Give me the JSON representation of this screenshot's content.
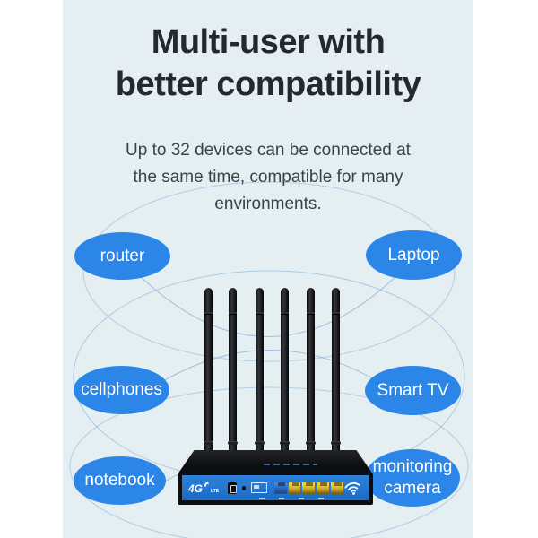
{
  "page": {
    "title_line1": "Multi-user with",
    "title_line2": "better compatibility",
    "subtitle_line1": "Up to 32 devices can be connected at",
    "subtitle_line2": "the same time, compatible for many",
    "subtitle_line3": "environments."
  },
  "device_bubbles": [
    {
      "label": "router",
      "position": "top-left"
    },
    {
      "label": "Laptop",
      "position": "top-right"
    },
    {
      "label": "cellphones",
      "position": "middle-left"
    },
    {
      "label": "Smart TV",
      "position": "middle-right"
    },
    {
      "label": "notebook",
      "position": "bottom-left"
    },
    {
      "label": "monitoring camera",
      "position": "bottom-right"
    }
  ],
  "router_device": {
    "logo_text": "4G",
    "logo_sub": "LTE",
    "antenna_count": 6,
    "front_panel_items": [
      "4g-lte-logo",
      "power-jack",
      "reset-button",
      "sim-slot",
      "wan-port",
      "lan-port-x4",
      "wifi-icon"
    ]
  },
  "colors": {
    "panel_background": "#e5eff2",
    "bubble_blue": "#2b86e8",
    "router_panel_blue": "#2173cf",
    "lan_port_yellow": "#e6c235",
    "wan_port_blue": "#2a6fc9",
    "connection_line_blue": "#86b0da",
    "title_color": "#222a30"
  }
}
